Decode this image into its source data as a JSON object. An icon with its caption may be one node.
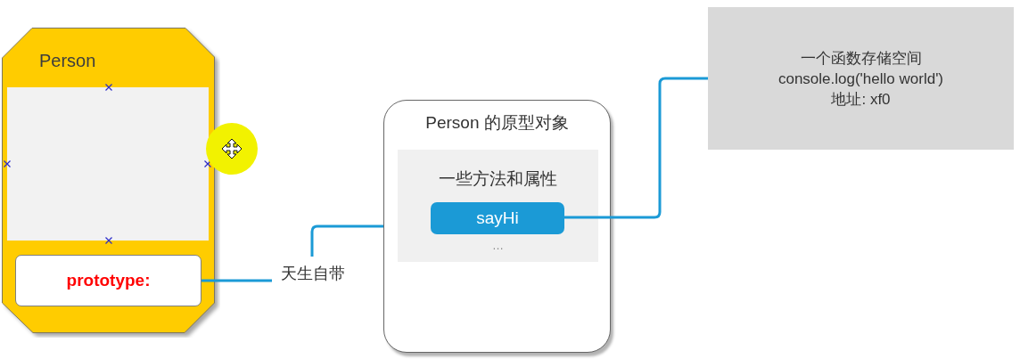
{
  "diagram": {
    "nodes": [
      {
        "text": [
          "Person"
        ]
      },
      {
        "text": [],
        "shape": "box",
        "in": 0
      },
      {
        "text": [
          "prototype:"
        ],
        "in": 0
      },
      {
        "text": [
          "Person 的原型对象"
        ]
      },
      {
        "text": [
          "一些方法和属性",
          "…"
        ],
        "in": 3
      },
      {
        "text": [
          "sayHi"
        ],
        "in": 4
      },
      {
        "text": [
          "一个函数存储空间",
          "console.log('hello world')",
          "地址: xf0"
        ]
      }
    ],
    "edges": [
      {
        "from": 2,
        "to": 3,
        "arrow": "none",
        "label": "天生自带"
      },
      {
        "from": 5,
        "to": 6,
        "arrow": "none"
      }
    ]
  }
}
